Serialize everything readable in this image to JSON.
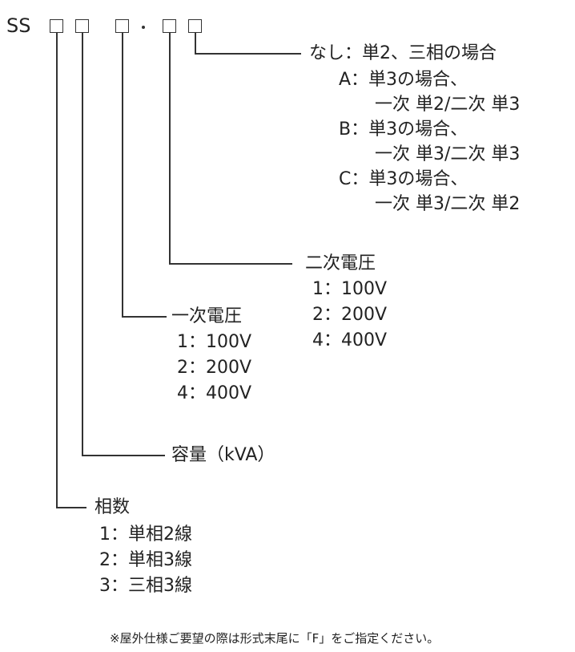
{
  "model": {
    "prefix": "SS"
  },
  "secondary_option": {
    "lines": [
      "なし：単2、三相の場合",
      "A：単3の場合、",
      "一次 単2/二次 単3",
      "B：単3の場合、",
      "一次 単3/二次 単3",
      "C：単3の場合、",
      "一次 単3/二次 単2"
    ]
  },
  "secondary_voltage": {
    "title": "二次電圧",
    "items": [
      "1：100V",
      "2：200V",
      "4：400V"
    ]
  },
  "primary_voltage": {
    "title": "一次電圧",
    "items": [
      "1：100V",
      "2：200V",
      "4：400V"
    ]
  },
  "capacity": {
    "label": "容量（kVA）"
  },
  "phase": {
    "title": "相数",
    "items": [
      "1：単相2線",
      "2：単相3線",
      "3：三相3線"
    ]
  },
  "footnote": "※屋外仕様ご要望の際は形式末尾に「F」をご指定ください。"
}
